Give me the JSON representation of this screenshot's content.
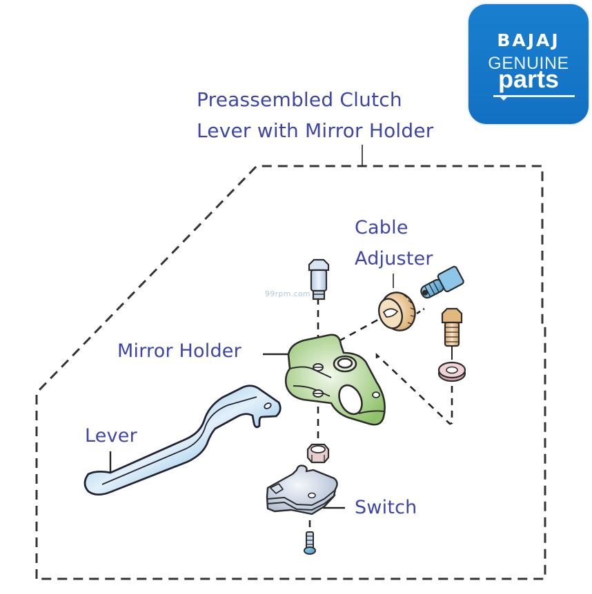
{
  "diagram": {
    "title": "Preassembled Clutch Lever with Mirror Holder",
    "title_lines": [
      "Preassembled Clutch",
      "Lever with Mirror Holder"
    ],
    "labels": {
      "cable_adjuster": [
        "Cable",
        "Adjuster"
      ],
      "mirror_holder": "Mirror Holder",
      "lever": "Lever",
      "switch": "Switch"
    },
    "watermark": "99rpm.com",
    "label_color": "#3d45a8",
    "part_colors": {
      "mirror_holder": "#a9cf8b",
      "lever": "#5aa9dc",
      "cable_adjuster_knob": "#e3be8a",
      "cable_adjuster_screw": "#8cc3e6",
      "bolt_top": "#cfe0f2",
      "bolt_right": "#dcb07a",
      "washer": "#e8c4c8",
      "nut": "#e8c7c7",
      "switch": "#c5d4e6",
      "screw_bottom": "#9cc8e6"
    }
  },
  "logo": {
    "brand": "BAJAJ",
    "line2": "GENUINE",
    "line3": "parts",
    "background": "#1474c6"
  }
}
